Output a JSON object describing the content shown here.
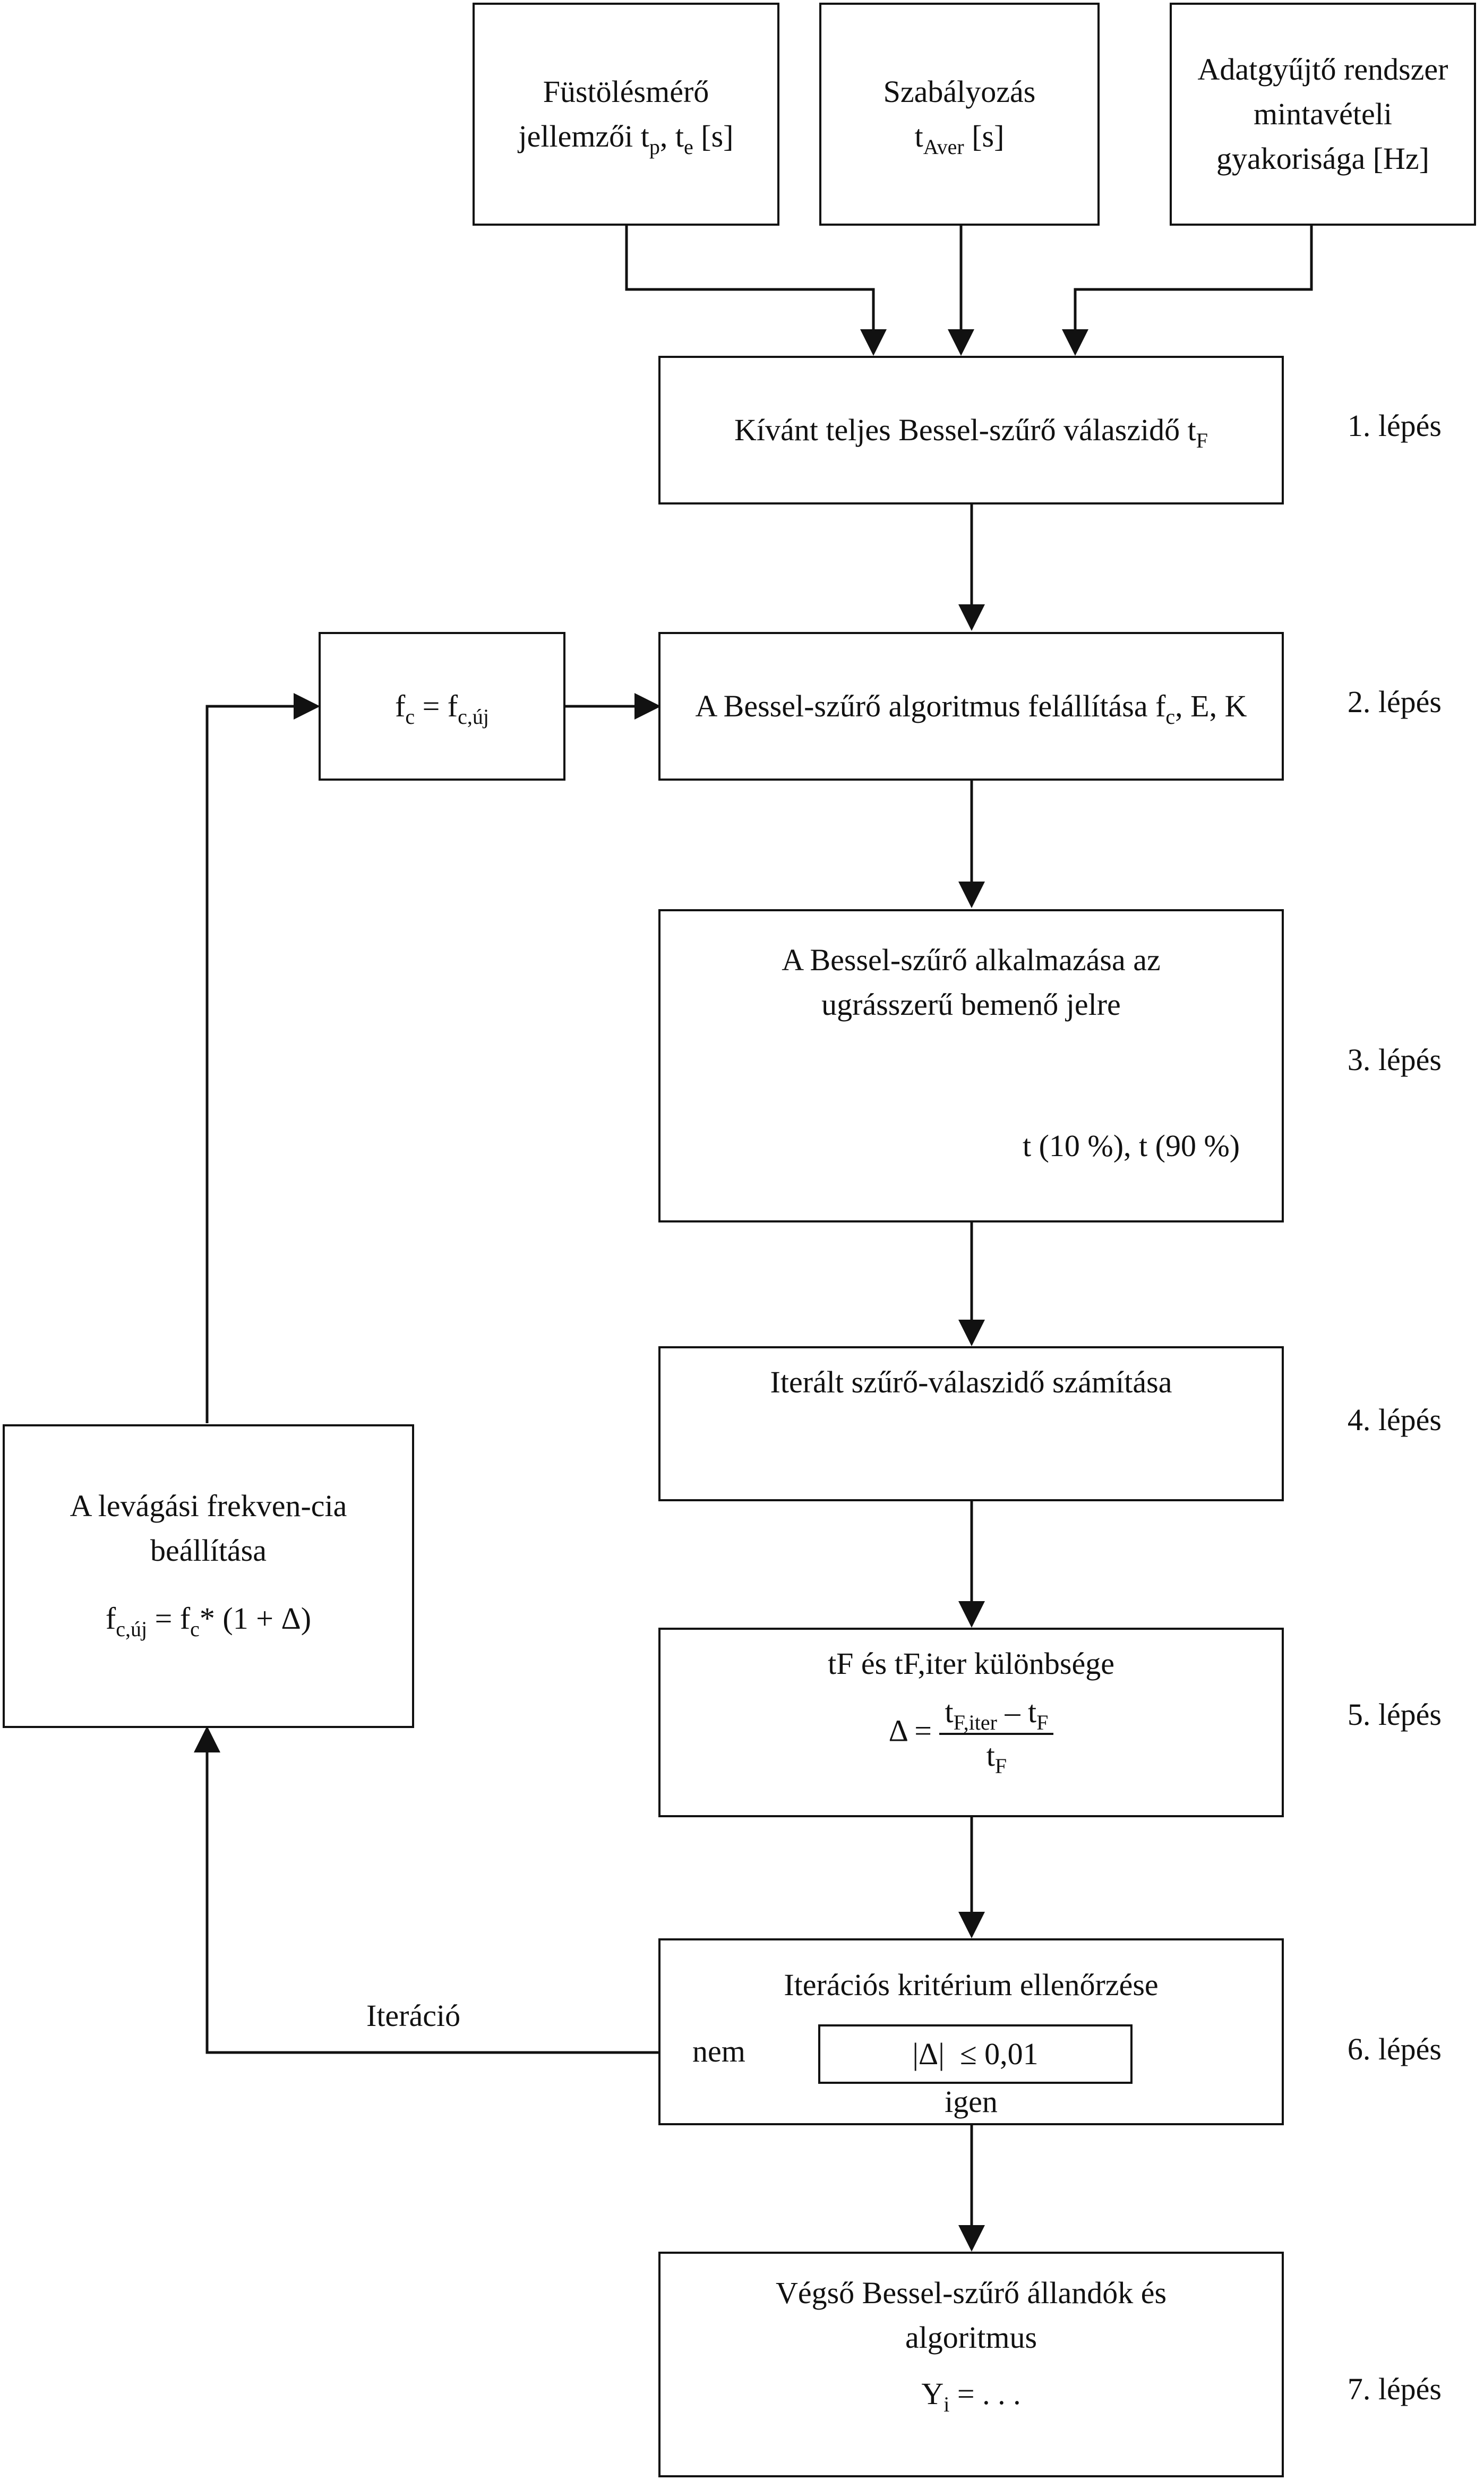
{
  "inputs": {
    "smoke": {
      "line1": "Füstölésmérő",
      "line2_pre": "jellemzői t",
      "sub_p": "p",
      "sep": ", t",
      "sub_e": "e",
      "unit": " [s]"
    },
    "control": {
      "line1": "Szabályozás",
      "t": "t",
      "sub": "Aver",
      "unit": " [s]"
    },
    "daq": {
      "line1": "Adatgyűjtő rendszer",
      "line2": "mintavételi",
      "line3": "gyakorisága [Hz]"
    }
  },
  "steps": {
    "s1": {
      "text": "Kívánt teljes Bessel-szűrő válaszidő  t",
      "sub": "F",
      "label": "1. lépés"
    },
    "s2": {
      "text": "A Bessel-szűrő algoritmus felállítása  f",
      "sub": "c",
      "tail": ", E, K",
      "label": "2. lépés"
    },
    "s3": {
      "line1": "A Bessel-szűrő alkalmazása az",
      "line2": "ugrásszerű bemenő jelre",
      "times": "t (10 %), t (90 %)",
      "label": "3. lépés"
    },
    "s4": {
      "text": "Iterált szűrő-válaszidő számítása",
      "label": "4. lépés"
    },
    "s5": {
      "title": "tF és tF,iter különbsége",
      "delta": "Δ = ",
      "num_t1": "t",
      "num_sub1": "F,iter",
      "num_mid": " – t",
      "num_sub2": "F",
      "den_t": "t",
      "den_sub": "F",
      "label": "5. lépés"
    },
    "s6": {
      "title": "Iterációs kritérium ellenőrzése",
      "criterion": "|Δ|  ≤ 0,01",
      "no": "nem",
      "yes": "igen",
      "label": "6. lépés"
    },
    "s7": {
      "line1": "Végső Bessel-szűrő állandók és",
      "line2": "algoritmus",
      "formula": "Y",
      "formula_sub": "i",
      "formula_tail": " = . . .",
      "label": "7. lépés"
    }
  },
  "feedback": {
    "fc_box": {
      "f1": "f",
      "s1": "c",
      "eq": " = f",
      "s2": "c,új"
    },
    "adjust": {
      "line1": "A levágási frekven-cia",
      "line2": "beállítása",
      "f1": "f",
      "s1": "c,új",
      "eq": " = f",
      "s2": "c",
      "tail": "* (1 + Δ)"
    },
    "iter_label": "Iteráció"
  }
}
